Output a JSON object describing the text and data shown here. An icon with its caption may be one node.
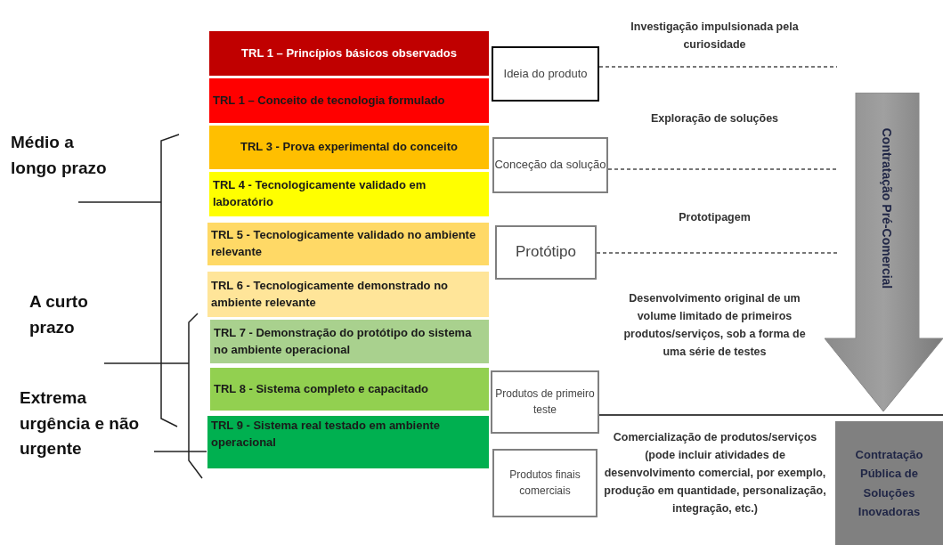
{
  "diagram": {
    "nodes": [
      {
        "text": [
          "TRL 1 – Princípios básicos observados"
        ]
      },
      {
        "text": [
          "TRL 1 – Conceito de tecnologia formulado"
        ]
      },
      {
        "text": [
          "TRL 3 - Prova experimental do conceito"
        ]
      },
      {
        "text": [
          "TRL 4 - Tecnologicamente validado em laboratório"
        ]
      },
      {
        "text": [
          "TRL 5 - Tecnologicamente validado no ambiente relevante"
        ]
      },
      {
        "text": [
          "TRL 6 - Tecnologicamente demonstrado no ambiente relevante"
        ]
      },
      {
        "text": [
          "TRL 7 - Demonstração do protótipo do sistema no ambiente operacional"
        ]
      },
      {
        "text": [
          "TRL 8 - Sistema completo e capacitado"
        ]
      },
      {
        "text": [
          "TRL 9 - Sistema real testado em ambiente operacional"
        ]
      },
      {
        "text": [
          "Ideia do produto"
        ]
      },
      {
        "text": [
          "Conceção da solução"
        ]
      },
      {
        "text": [
          "Protótipo"
        ]
      },
      {
        "text": [
          "Produtos de primeiro teste"
        ]
      },
      {
        "text": [
          "Produtos finais comerciais"
        ]
      },
      {
        "text": [
          "Contratação Pré-Comercial"
        ]
      },
      {
        "text": [
          "Contratação Pública de Soluções Inovadoras"
        ]
      }
    ],
    "labels": [
      "Investigação impulsionada pela curiosidade",
      "Médio a longo prazo",
      "Exploração de soluções",
      "Prototipagem",
      "A curto prazo",
      "Desenvolvimento original de um volume limitado de primeiros produtos/serviços, sob a forma de uma série de testes",
      "Extrema urgência e não urgente",
      "Comercialização de produtos/serviços (pode incluir atividades de desenvolvimento comercial, por exemplo, produção em quantidade, personalização, integração, etc.)"
    ]
  }
}
